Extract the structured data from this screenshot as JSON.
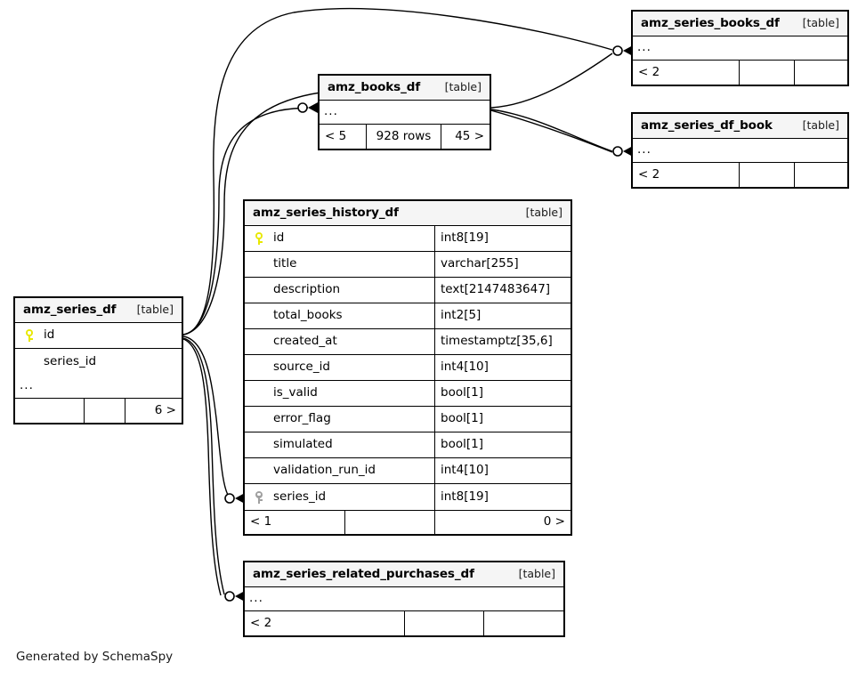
{
  "diagram": {
    "kind": "entity-relationship-diagram",
    "credit": "Generated by SchemaSpy",
    "table_tag": "[table]",
    "ellipsis": "...",
    "colors": {
      "background": "#ffffff",
      "table_border": "#000000",
      "title_background": "#f5f5f5",
      "primary_key_icon": "#e8e800",
      "foreign_key_icon": "#a0a0a0",
      "edge": "#000000"
    }
  },
  "tables": {
    "amz_series_books_df": {
      "name": "amz_series_books_df",
      "tag": "[table]",
      "ellipsis": "...",
      "footer": {
        "left": "< 2",
        "center": "",
        "right": ""
      }
    },
    "amz_books_df": {
      "name": "amz_books_df",
      "tag": "[table]",
      "ellipsis": "...",
      "footer": {
        "left": "< 5",
        "center": "928 rows",
        "right": "45 >"
      }
    },
    "amz_series_df_book": {
      "name": "amz_series_df_book",
      "tag": "[table]",
      "ellipsis": "...",
      "footer": {
        "left": "< 2",
        "center": "",
        "right": ""
      }
    },
    "amz_series_history_df": {
      "name": "amz_series_history_df",
      "tag": "[table]",
      "columns": [
        {
          "key": "primary",
          "name": "id",
          "type": "int8[19]"
        },
        {
          "key": "none",
          "name": "title",
          "type": "varchar[255]"
        },
        {
          "key": "none",
          "name": "description",
          "type": "text[2147483647]"
        },
        {
          "key": "none",
          "name": "total_books",
          "type": "int2[5]"
        },
        {
          "key": "none",
          "name": "created_at",
          "type": "timestamptz[35,6]"
        },
        {
          "key": "none",
          "name": "source_id",
          "type": "int4[10]"
        },
        {
          "key": "none",
          "name": "is_valid",
          "type": "bool[1]"
        },
        {
          "key": "none",
          "name": "error_flag",
          "type": "bool[1]"
        },
        {
          "key": "none",
          "name": "simulated",
          "type": "bool[1]"
        },
        {
          "key": "none",
          "name": "validation_run_id",
          "type": "int4[10]"
        },
        {
          "key": "foreign",
          "name": "series_id",
          "type": "int8[19]"
        }
      ],
      "footer": {
        "left": "< 1",
        "center": "",
        "right": "0 >"
      }
    },
    "amz_series_df": {
      "name": "amz_series_df",
      "tag": "[table]",
      "columns": [
        {
          "key": "primary",
          "name": "id",
          "type": ""
        },
        {
          "key": "none",
          "name": "series_id",
          "type": ""
        }
      ],
      "ellipsis": "...",
      "footer": {
        "left": "",
        "center": "",
        "right": "6 >"
      }
    },
    "amz_series_related_purchases_df": {
      "name": "amz_series_related_purchases_df",
      "tag": "[table]",
      "ellipsis": "...",
      "footer": {
        "left": "< 2",
        "center": "",
        "right": ""
      }
    }
  },
  "relationships": [
    {
      "from": "amz_series_df",
      "to": "amz_series_books_df"
    },
    {
      "from": "amz_series_df",
      "to": "amz_books_df"
    },
    {
      "from": "amz_series_df",
      "to": "amz_series_df_book"
    },
    {
      "from": "amz_series_df",
      "to": "amz_series_history_df"
    },
    {
      "from": "amz_series_df",
      "to": "amz_series_related_purchases_df"
    },
    {
      "from": "amz_books_df",
      "to": "amz_series_books_df"
    },
    {
      "from": "amz_books_df",
      "to": "amz_series_df_book"
    }
  ]
}
